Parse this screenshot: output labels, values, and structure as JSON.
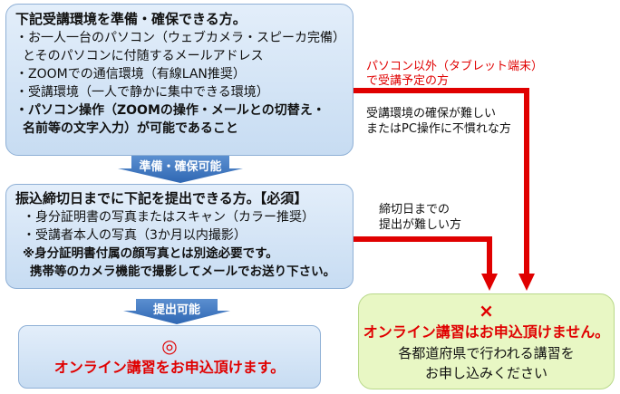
{
  "box1": {
    "title": "下記受講環境を準備・確保できる方。",
    "lines": [
      "・お一人一台のパソコン（ウェブカメラ・スピーカ完備）",
      "とそのパソコンに付随するメールアドレス",
      "・ZOOMでの通信環境（有線LAN推奨）",
      "・受講環境（一人で静かに集中できる環境）",
      "・パソコン操作（ZOOMの操作・メールとの切替え・",
      "名前等の文字入力）が可能であること"
    ]
  },
  "arrow1_label": "準備・確保可能",
  "box2": {
    "title": "振込締切日までに下記を提出できる方。【必須】",
    "lines": [
      "・身分証明書の写真またはスキャン（カラー推奨）",
      "・受講者本人の写真（3か月以内撮影）",
      "※身分証明書付属の顔写真とは別途必要です。",
      "携帯等のカメラ機能で撮影してメールでお送り下さい。"
    ]
  },
  "arrow2_label": "提出可能",
  "box3": {
    "mark": "◎",
    "text": "オンライン講習をお申込頂けます。"
  },
  "box4": {
    "mark": "×",
    "line1": "オンライン講習はお申込頂けません。",
    "line2": "各都道府県で行われる講習を",
    "line3": "お申し込みください"
  },
  "side_labels": {
    "tablet_line1": "パソコン以外（タブレット端末）",
    "tablet_line2": "で受講予定の方",
    "env_line1": "受講環境の確保が難しい",
    "env_line2": "またはPC操作に不慣れな方",
    "deadline_line1": "締切日までの",
    "deadline_line2": "提出が難しい方"
  },
  "colors": {
    "red": "#e00000",
    "blue_arrow": "#3d78c4",
    "blue_box": "#d2e3f5",
    "green_box": "#e8f7c4"
  }
}
